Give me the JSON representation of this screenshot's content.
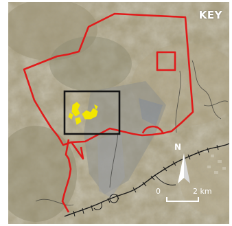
{
  "map": {
    "legend_label": "KEY",
    "north_label": "N",
    "scale": {
      "start": "0",
      "end": "2 km"
    },
    "colors": {
      "boundary": "#e01b1b",
      "study_area_box": "#141414",
      "highlight": "#f2e600",
      "route": "#1a1a1a",
      "terrain": "#a39a7e"
    },
    "icons": [
      "north-arrow-icon",
      "scale-bar-icon"
    ]
  }
}
